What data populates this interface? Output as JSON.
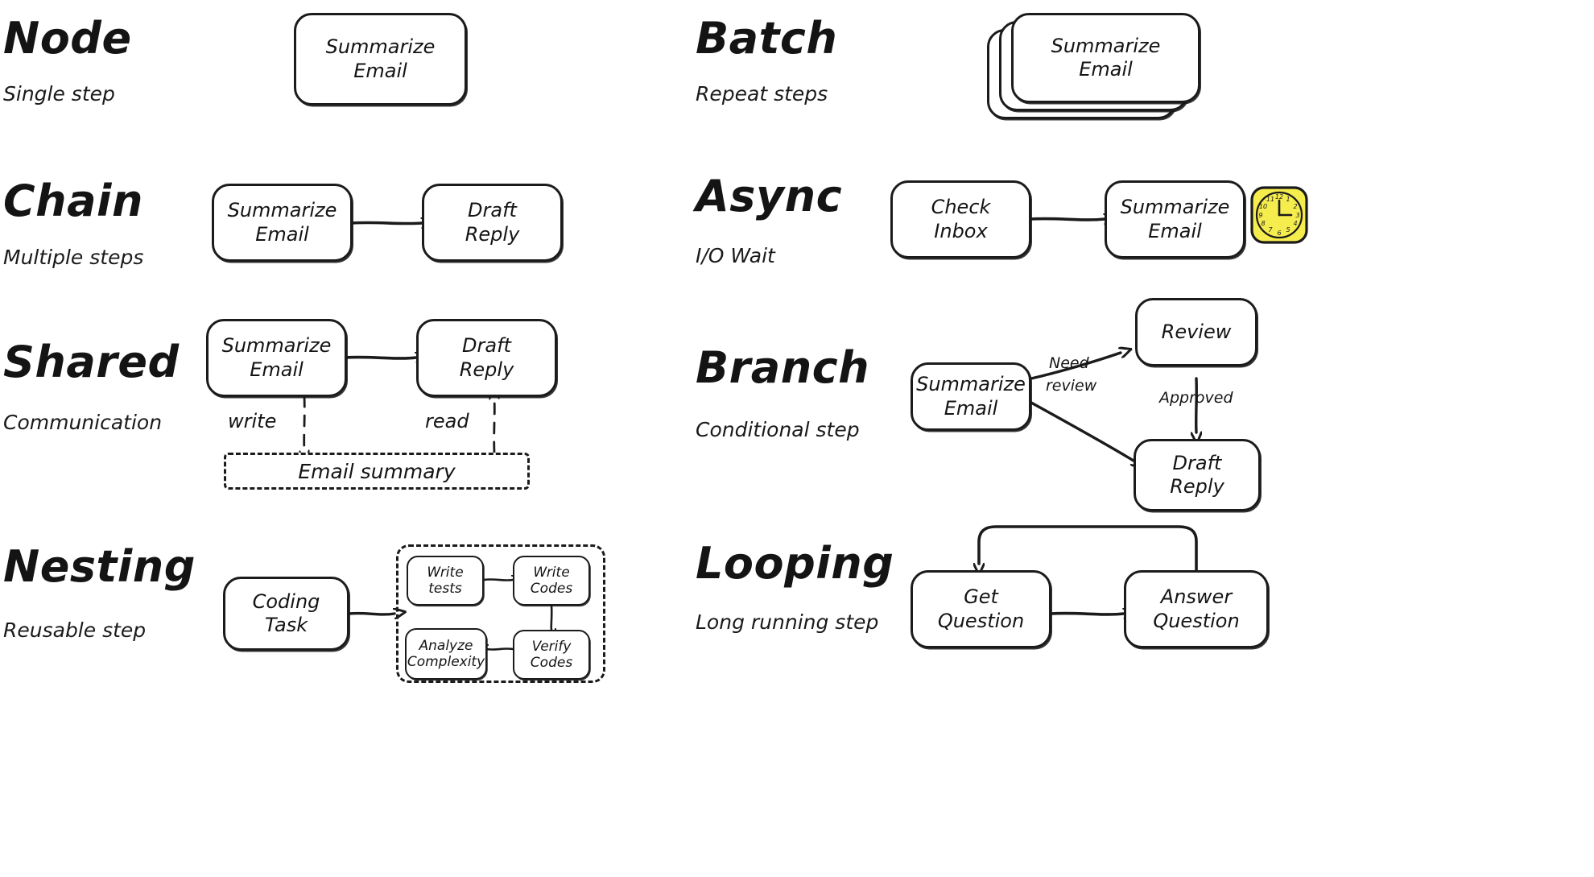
{
  "diagram": {
    "title": "Agentic workflow building blocks",
    "style": "hand-drawn sketch",
    "background_color": "#ffffff",
    "ink_color": "#1a1a1a",
    "accent_color": "#F5EC4E"
  },
  "sections": [
    {
      "id": "node",
      "heading": "Node",
      "subtitle": "Single step",
      "nodes": [
        {
          "id": "n1",
          "label": "Summarize\nEmail"
        }
      ],
      "edges": []
    },
    {
      "id": "batch",
      "heading": "Batch",
      "subtitle": "Repeat steps",
      "nodes": [
        {
          "id": "b1",
          "label": "Summarize\nEmail",
          "stacked": true,
          "stack_count": 3
        }
      ],
      "edges": []
    },
    {
      "id": "chain",
      "heading": "Chain",
      "subtitle": "Multiple steps",
      "nodes": [
        {
          "id": "c1",
          "label": "Summarize\nEmail"
        },
        {
          "id": "c2",
          "label": "Draft\nReply"
        }
      ],
      "edges": [
        {
          "from": "c1",
          "to": "c2",
          "label": "",
          "style": "solid"
        }
      ]
    },
    {
      "id": "async",
      "heading": "Async",
      "subtitle": "I/O Wait",
      "nodes": [
        {
          "id": "a1",
          "label": "Check\nInbox",
          "badge": "clock-icon"
        },
        {
          "id": "a2",
          "label": "Summarize\nEmail"
        }
      ],
      "edges": [
        {
          "from": "a1",
          "to": "a2",
          "label": "",
          "style": "solid"
        }
      ],
      "badge": {
        "type": "clock-icon",
        "color": "#F5EC4E",
        "hour_hand": "12",
        "minute_hand": "3",
        "numerals": [
          "12",
          "1",
          "2",
          "3",
          "4",
          "5",
          "6",
          "7",
          "8",
          "9",
          "10",
          "11"
        ]
      }
    },
    {
      "id": "shared",
      "heading": "Shared",
      "subtitle": "Communication",
      "nodes": [
        {
          "id": "s1",
          "label": "Summarize\nEmail"
        },
        {
          "id": "s2",
          "label": "Draft\nReply"
        },
        {
          "id": "store",
          "label": "Email summary",
          "kind": "datastore"
        }
      ],
      "edges": [
        {
          "from": "s1",
          "to": "s2",
          "label": "",
          "style": "solid"
        },
        {
          "from": "s1",
          "to": "store",
          "label": "write",
          "style": "dashed"
        },
        {
          "from": "store",
          "to": "s2",
          "label": "read",
          "style": "dashed"
        }
      ]
    },
    {
      "id": "branch",
      "heading": "Branch",
      "subtitle": "Conditional step",
      "nodes": [
        {
          "id": "br1",
          "label": "Summarize\nEmail"
        },
        {
          "id": "br2",
          "label": "Review"
        },
        {
          "id": "br3",
          "label": "Draft\nReply"
        }
      ],
      "edges": [
        {
          "from": "br1",
          "to": "br2",
          "label": "Need\nreview",
          "style": "solid"
        },
        {
          "from": "br2",
          "to": "br3",
          "label": "Approved",
          "style": "solid"
        },
        {
          "from": "br1",
          "to": "br3",
          "label": "",
          "style": "solid"
        }
      ]
    },
    {
      "id": "nesting",
      "heading": "Nesting",
      "subtitle": "Reusable step",
      "nodes": [
        {
          "id": "ne1",
          "label": "Coding\nTask"
        },
        {
          "id": "ne2",
          "label": "Write\ntests"
        },
        {
          "id": "ne3",
          "label": "Write\nCodes"
        },
        {
          "id": "ne4",
          "label": "Verify\nCodes"
        },
        {
          "id": "ne5",
          "label": "Analyze\nComplexity"
        }
      ],
      "group_label": "",
      "edges": [
        {
          "from": "ne1",
          "to": "ne2",
          "label": "",
          "style": "solid"
        },
        {
          "from": "ne2",
          "to": "ne3",
          "label": "",
          "style": "solid"
        },
        {
          "from": "ne3",
          "to": "ne4",
          "label": "",
          "style": "solid"
        },
        {
          "from": "ne4",
          "to": "ne5",
          "label": "",
          "style": "solid"
        }
      ]
    },
    {
      "id": "looping",
      "heading": "Looping",
      "subtitle": "Long running step",
      "nodes": [
        {
          "id": "lo1",
          "label": "Get\nQuestion"
        },
        {
          "id": "lo2",
          "label": "Answer\nQuestion"
        }
      ],
      "edges": [
        {
          "from": "lo1",
          "to": "lo2",
          "label": "",
          "style": "solid"
        },
        {
          "from": "lo2",
          "to": "lo1",
          "label": "",
          "style": "solid-loopback"
        }
      ]
    }
  ],
  "labels": {
    "node_heading": "Node",
    "node_sub": "Single step",
    "node_box": "Summarize\nEmail",
    "batch_heading": "Batch",
    "batch_sub": "Repeat steps",
    "batch_box": "Summarize\nEmail",
    "chain_heading": "Chain",
    "chain_sub": "Multiple steps",
    "chain_box1": "Summarize\nEmail",
    "chain_box2": "Draft\nReply",
    "async_heading": "Async",
    "async_sub": "I/O Wait",
    "async_box1": "Check\nInbox",
    "async_box2": "Summarize\nEmail",
    "shared_heading": "Shared",
    "shared_sub": "Communication",
    "shared_box1": "Summarize\nEmail",
    "shared_box2": "Draft\nReply",
    "shared_write": "write",
    "shared_read": "read",
    "shared_store": "Email summary",
    "branch_heading": "Branch",
    "branch_sub": "Conditional step",
    "branch_box1": "Summarize\nEmail",
    "branch_box2": "Review",
    "branch_box3": "Draft\nReply",
    "branch_edge1": "Need",
    "branch_edge1b": "review",
    "branch_edge2": "Approved",
    "nesting_heading": "Nesting",
    "nesting_sub": "Reusable step",
    "nesting_box1": "Coding\nTask",
    "nesting_box2": "Write\ntests",
    "nesting_box3": "Write\nCodes",
    "nesting_box4": "Verify\nCodes",
    "nesting_box5": "Analyze\nComplexity",
    "looping_heading": "Looping",
    "looping_sub": "Long running step",
    "looping_box1": "Get\nQuestion",
    "looping_box2": "Answer\nQuestion"
  }
}
